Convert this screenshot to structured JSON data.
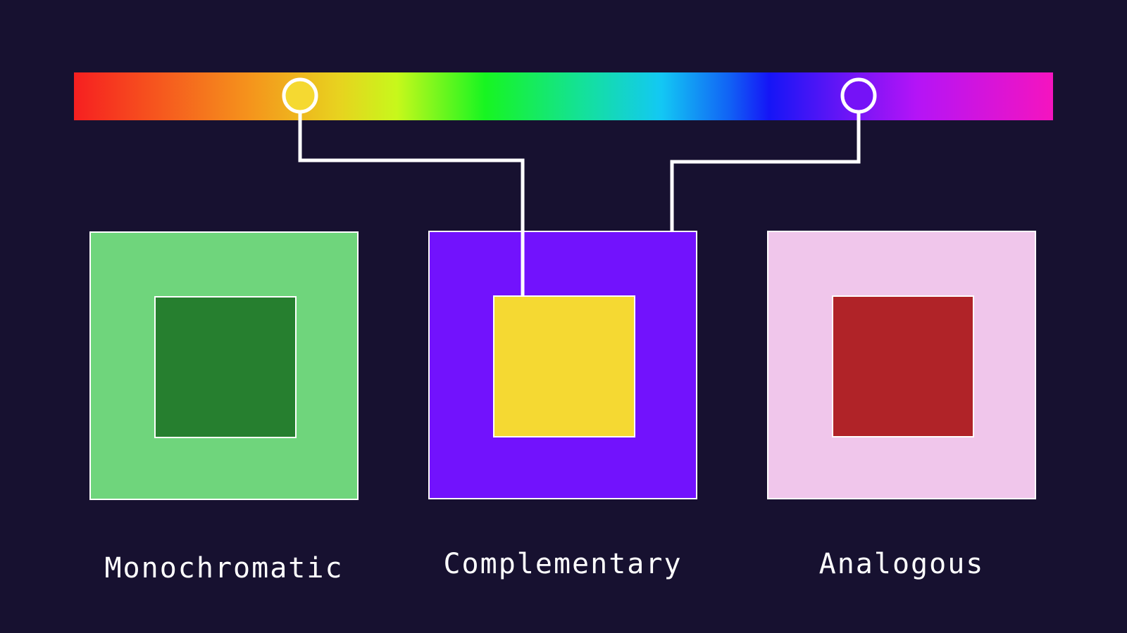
{
  "spectrum": {
    "colors": [
      "#f61f20",
      "#f5941c",
      "#e8d21f",
      "#c7f81b",
      "#17f521",
      "#14e19a",
      "#13c8f4",
      "#1161f5",
      "#1515f6",
      "#6d15f6",
      "#b414f7",
      "#f514bf"
    ]
  },
  "markers": [
    {
      "name": "yellow",
      "fill": "#f5d931"
    },
    {
      "name": "violet",
      "fill": "#7512f7"
    }
  ],
  "connector_color": "#ffffff",
  "background": "#171130",
  "schemes": [
    {
      "label": "Monochromatic",
      "outer": "#6fd57c",
      "inner": "#267f2f"
    },
    {
      "label": "Complementary",
      "outer": "#7212fd",
      "inner": "#f5d932"
    },
    {
      "label": "Analogous",
      "outer": "#f0c6eb",
      "inner": "#b02328"
    }
  ]
}
